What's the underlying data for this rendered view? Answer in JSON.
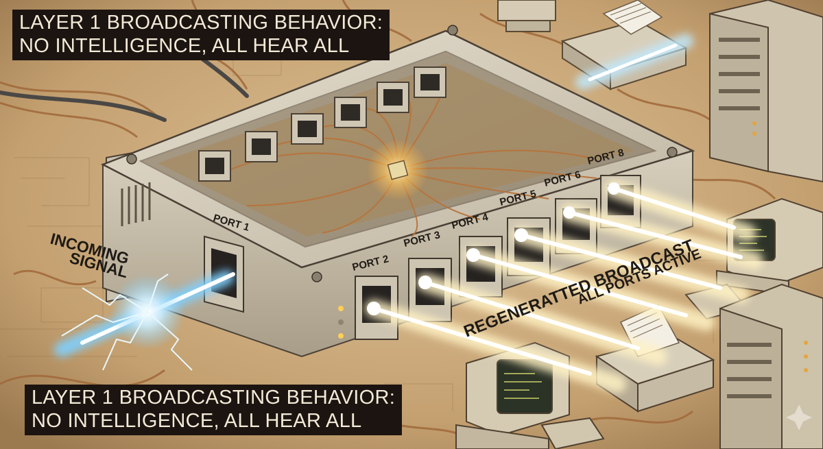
{
  "captions": {
    "top": {
      "line1": "LAYER 1 BROADCASTING BEHAVIOR:",
      "line2": "NO INTELLIGENCE, ALL HEAR ALL"
    },
    "bottom": {
      "line1": "LAYER 1 BROADCASTING BEHAVIOR:",
      "line2": "NO INTELLIGENCE, ALL HEAR ALL"
    }
  },
  "hub": {
    "input_port_label": "PORT 1",
    "output_ports": [
      "PORT 2",
      "PORT 3",
      "PORT 4",
      "PORT 5",
      "PORT 6",
      "PORT 8"
    ]
  },
  "labels": {
    "incoming_line1": "INCOMING",
    "incoming_line2": "SIGNAL",
    "broadcast_line1": "REGENERATTED BROADCAST",
    "broadcast_line2": "ALL PORTS ACTIVE"
  },
  "colors": {
    "background": "#c9a878",
    "hub_body": "#d9d0bf",
    "signal_glow": "#bfe9ff",
    "broadcast_glow": "#fff2c4",
    "caption_bg": "#1c1410",
    "wire": "#a0683a"
  }
}
